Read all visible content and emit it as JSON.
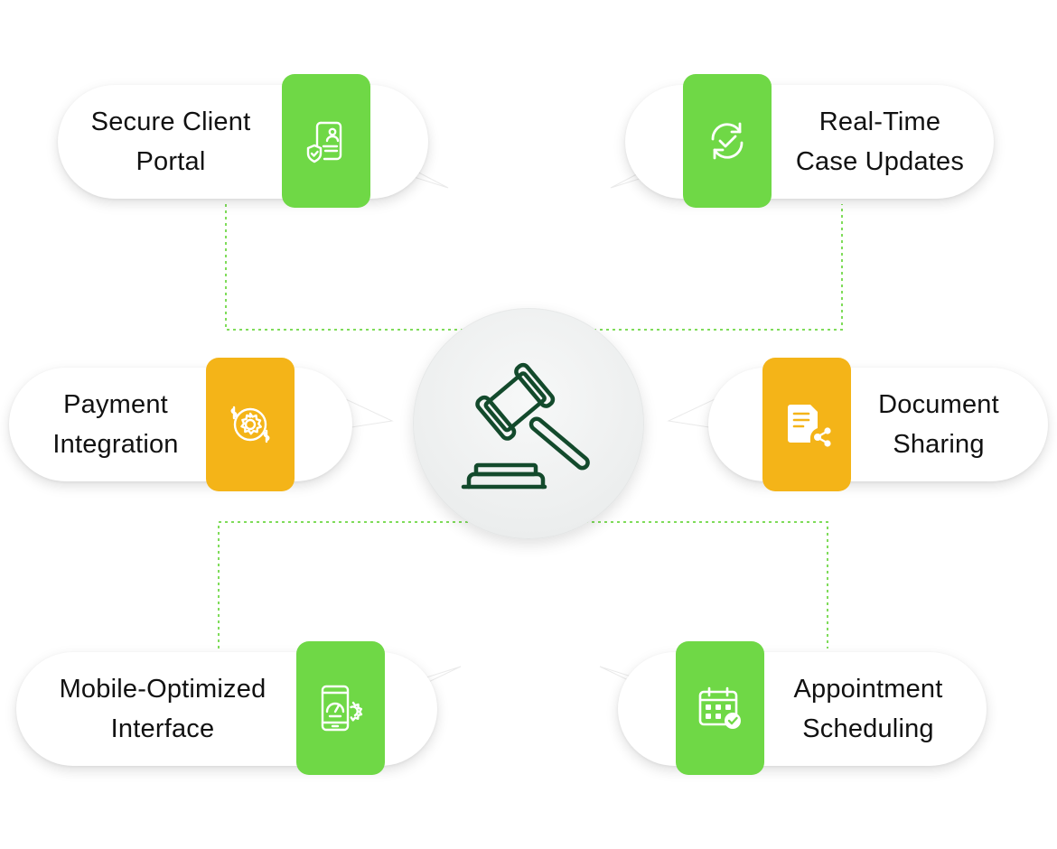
{
  "colors": {
    "green": "#6fd846",
    "yellow": "#f4b418",
    "hub_icon": "#134a2c",
    "connector": "#7fdc5a"
  },
  "hub": {
    "icon": "gavel-icon"
  },
  "features": [
    {
      "id": "secure-client-portal",
      "lines": [
        "Secure Client",
        "Portal"
      ],
      "icon": "secure-document-icon",
      "accent": "green"
    },
    {
      "id": "real-time-case-updates",
      "lines": [
        "Real-Time",
        "Case Updates"
      ],
      "icon": "sync-check-icon",
      "accent": "green"
    },
    {
      "id": "payment-integration",
      "lines": [
        "Payment",
        "Integration"
      ],
      "icon": "payment-gear-icon",
      "accent": "yellow"
    },
    {
      "id": "document-sharing",
      "lines": [
        "Document",
        "Sharing"
      ],
      "icon": "document-share-icon",
      "accent": "yellow"
    },
    {
      "id": "mobile-optimized-interface",
      "lines": [
        "Mobile-Optimized",
        "Interface"
      ],
      "icon": "mobile-settings-icon",
      "accent": "green"
    },
    {
      "id": "appointment-scheduling",
      "lines": [
        "Appointment",
        "Scheduling"
      ],
      "icon": "calendar-check-icon",
      "accent": "green"
    }
  ]
}
